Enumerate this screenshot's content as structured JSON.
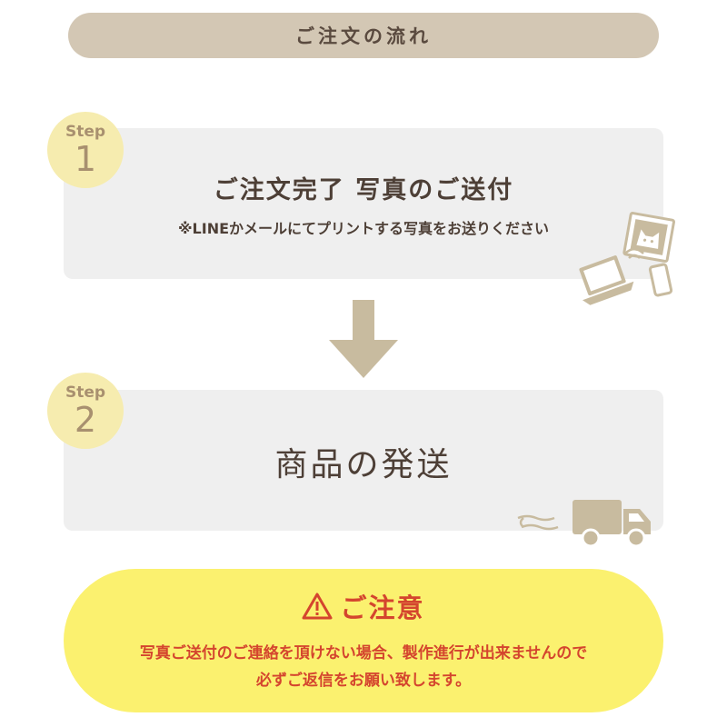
{
  "header": {
    "title": "ご注文の流れ"
  },
  "steps": [
    {
      "label": "Step",
      "number": "1",
      "title": "ご注文完了 写真のご送付",
      "note": "※LINEかメールにてプリントする写真をお送りください",
      "illustration": "photo-laptop-phone-icon"
    },
    {
      "label": "Step",
      "number": "2",
      "title": "商品の発送",
      "illustration": "delivery-truck-icon"
    }
  ],
  "caution": {
    "title": "ご注意",
    "icon": "warning-icon",
    "line1": "写真ご送付のご連絡を頂けない場合、製作進行が出来ませんので",
    "line2": "必ずご返信をお願い致します。"
  },
  "colors": {
    "header_bg": "#d3c7b4",
    "card_bg": "#efefef",
    "badge_bg": "#f6ecaf",
    "badge_text": "#a8906f",
    "arrow": "#c8bb9f",
    "caution_bg": "#fbf16f",
    "caution_text": "#d4452e",
    "body_text": "#4d3f36"
  }
}
